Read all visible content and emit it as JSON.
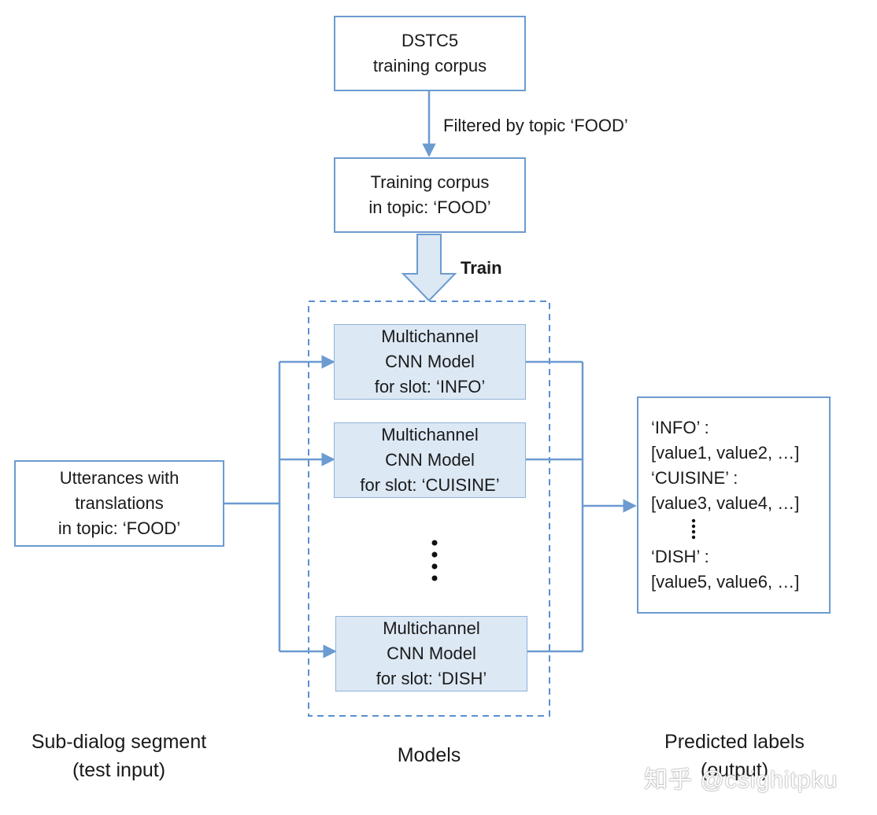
{
  "colors": {
    "box_border": "#6b9bd0",
    "model_fill": "#dce8f4",
    "arrow": "#6b9bd0",
    "container_dash": "#5b8fd0"
  },
  "source": {
    "lines": [
      "DSTC5",
      "training corpus"
    ]
  },
  "filter_label": "Filtered by topic ‘FOOD’",
  "topic_corpus": {
    "lines": [
      "Training corpus",
      "in topic: ‘FOOD’"
    ]
  },
  "train_label": "Train",
  "input_box": {
    "lines": [
      "Utterances with",
      "translations",
      "in topic: ‘FOOD’"
    ]
  },
  "models": [
    {
      "lines": [
        "Multichannel",
        "CNN Model",
        "for slot: ‘INFO’"
      ]
    },
    {
      "lines": [
        "Multichannel",
        "CNN Model",
        "for slot: ‘CUISINE’"
      ]
    },
    {
      "lines": [
        "Multichannel",
        "CNN Model",
        "for slot: ‘DISH’"
      ]
    }
  ],
  "output_box": {
    "lines": [
      "‘INFO’ :",
      "[value1, value2, …]",
      "‘CUISINE’ :",
      "[value3, value4, …]",
      "‘DISH’ :",
      "[value5, value6, …]"
    ]
  },
  "captions": {
    "input": [
      "Sub-dialog segment",
      "(test input)"
    ],
    "models": [
      "Models"
    ],
    "output": [
      "Predicted labels",
      "(output)"
    ]
  },
  "watermark": "知乎 @csighitpku"
}
